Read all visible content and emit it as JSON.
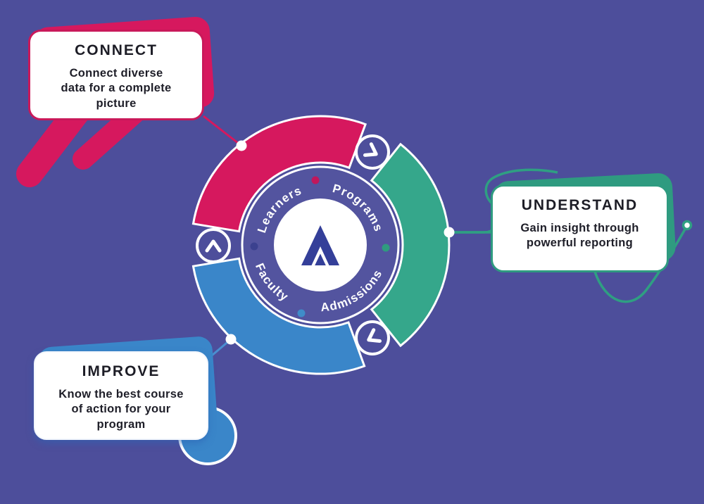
{
  "diagram_title": "platform cycle diagram",
  "colors": {
    "background": "#4d4e9b",
    "pink": "#d6185e",
    "teal": "#35a78b",
    "teal_line": "#2f9f82",
    "blue": "#3a86c9",
    "navy_logo": "#343f99",
    "inner_circle": "#53549f",
    "card_text": "#1e1e28"
  },
  "ring": {
    "labels": [
      "Learners",
      "Programs",
      "Faculty",
      "Admissions"
    ],
    "dot_colors": [
      "#c0175c",
      "#3b418f",
      "#2f9b7f",
      "#3f8cc9"
    ]
  },
  "logo": {
    "name": "A-mark"
  },
  "icons": {
    "junction_top": "chevron-forward",
    "junction_left": "chevron-up",
    "junction_bottom": "chevron-back"
  },
  "callouts": {
    "connect": {
      "title": "CONNECT",
      "body": "Connect diverse\ndata for a complete\npicture",
      "accent": "#d6185e"
    },
    "understand": {
      "title": "UNDERSTAND",
      "body": "Gain insight through\npowerful reporting",
      "accent": "#2f9b80"
    },
    "improve": {
      "title": "IMPROVE",
      "body": "Know the best course\nof action for your\nprogram",
      "accent": "#3a86c9"
    }
  }
}
